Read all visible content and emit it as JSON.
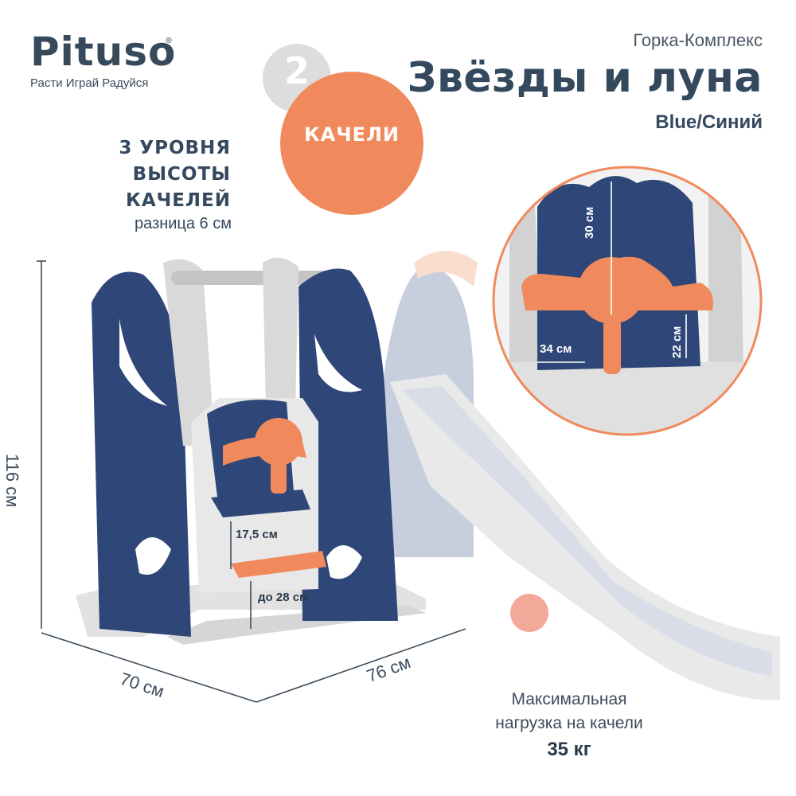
{
  "brand": {
    "name": "Pituso",
    "registered": "®",
    "tagline": "Расти Играй Радуйся"
  },
  "product": {
    "subtitle": "Горка-Комплекс",
    "title": "Звёзды и луна",
    "color_variant": "Blue/Синий"
  },
  "badge": {
    "number": "2",
    "label": "КАЧЕЛИ"
  },
  "feature": {
    "heading_line1": "3 УРОВНЯ",
    "heading_line2": "ВЫСОТЫ",
    "heading_line3": "КАЧЕЛЕЙ",
    "note": "разница 6 см"
  },
  "dimensions": {
    "height": "116 см",
    "depth": "70 см",
    "width": "76 см",
    "seat_height": "17,5 см",
    "ground_clearance": "до 28 см",
    "seat_back_height": "30 см",
    "seat_width": "34 см",
    "seat_depth": "22 см"
  },
  "load": {
    "label_line1": "Максимальная",
    "label_line2": "нагрузка на качели",
    "value": "35 кг"
  },
  "colors": {
    "navy": "#2f4778",
    "orange": "#f08a5d",
    "gray_frame": "#dcdcdc",
    "text_dark": "#34485e"
  }
}
